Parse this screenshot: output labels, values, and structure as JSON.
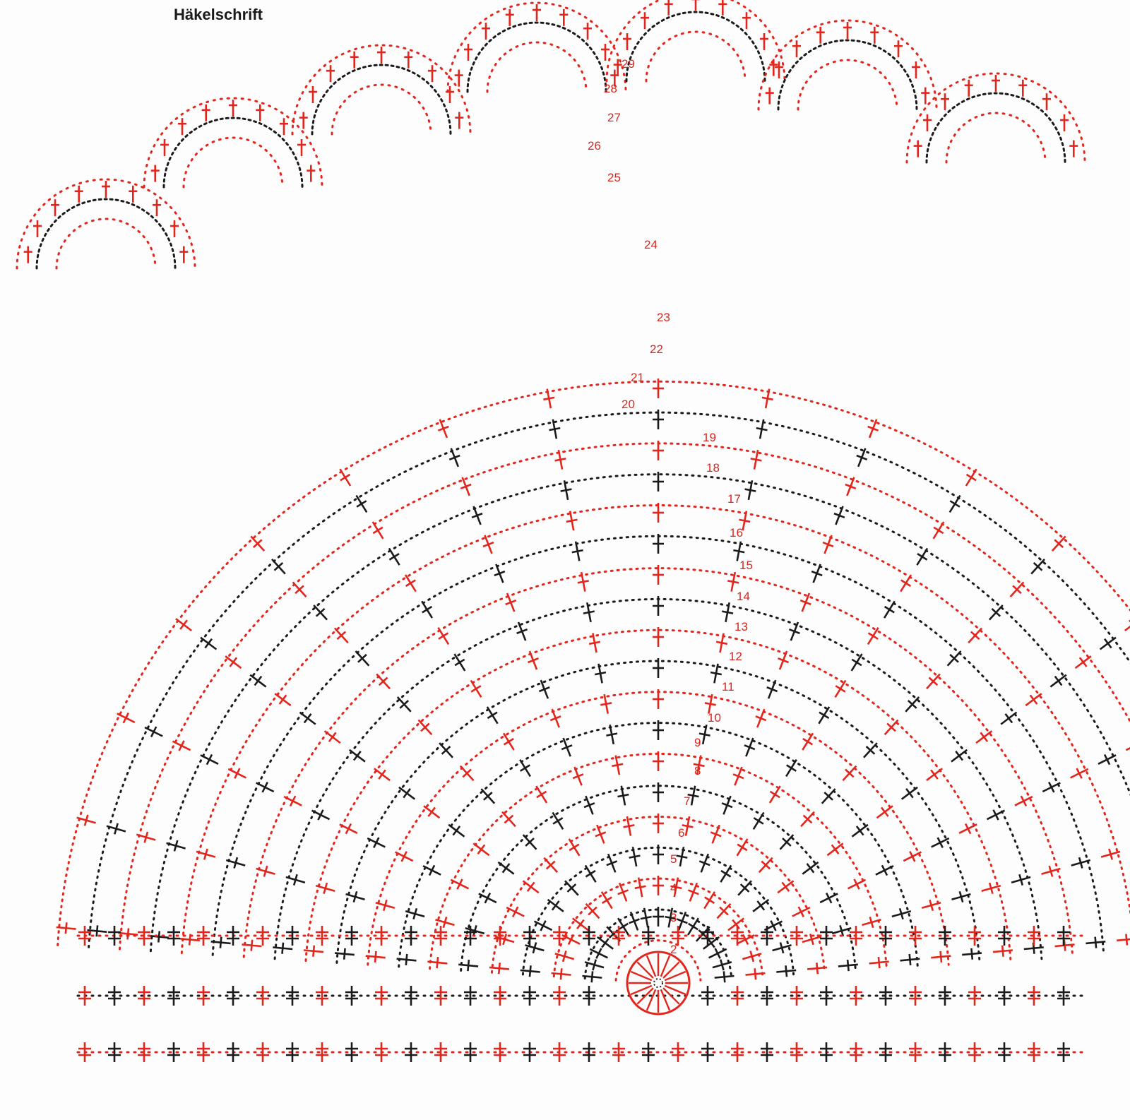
{
  "title": "Häkelschrift",
  "colors": {
    "red": "#e3261d",
    "black": "#1b1b1b",
    "background": "#fdfdfd",
    "label": "#d7261e"
  },
  "diagram": {
    "type": "crochet-chart",
    "symbols": [
      "chain-stitch",
      "treble-crochet",
      "double-treble-crochet",
      "cluster-v",
      "picot",
      "magic-ring"
    ],
    "round_labels": [
      "2",
      "3",
      "4",
      "5",
      "6",
      "7",
      "8",
      "9",
      "10",
      "11",
      "12",
      "13",
      "14",
      "15",
      "16",
      "17",
      "18",
      "19",
      "20",
      "21",
      "22",
      "23",
      "24",
      "25",
      "26",
      "27",
      "28",
      "29"
    ]
  }
}
